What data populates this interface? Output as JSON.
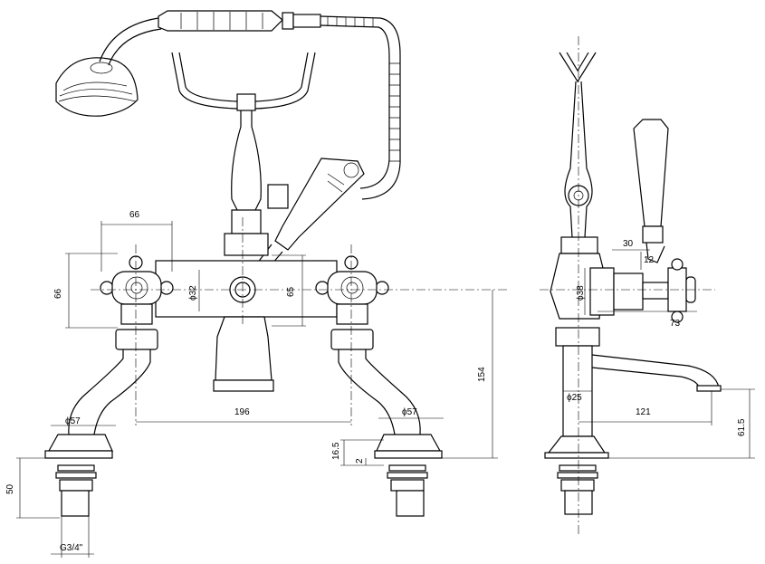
{
  "dimensions": {
    "front": {
      "handle_spacing_width": "66",
      "handle_height": "66",
      "body_diameter": "ϕ32",
      "body_height": "65",
      "centres": "196",
      "overall_height": "154",
      "shank_diameter_left": "ϕ57",
      "shank_diameter_right": "ϕ57",
      "base_height": "16.5",
      "base_gap": "2",
      "tail_length": "50",
      "thread": "G3/4\""
    },
    "side": {
      "lever_offset": "30",
      "lever_rise": "12",
      "body_diameter": "ϕ38",
      "lever_reach": "73",
      "column_diameter": "ϕ25",
      "spout_reach": "121",
      "spout_height": "61.5"
    }
  }
}
